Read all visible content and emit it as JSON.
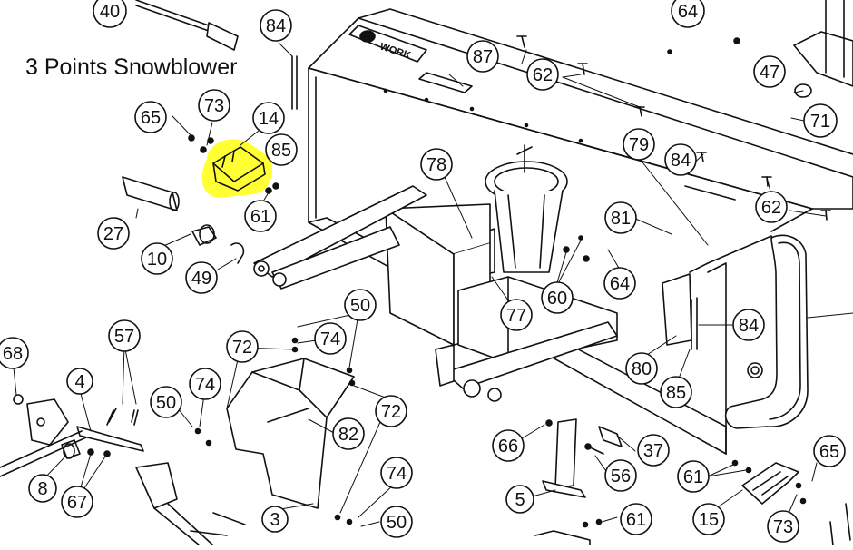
{
  "title": "3 Points Snowblower",
  "brand_plate": "WORK",
  "highlight_color": "#ffff33",
  "callouts": {
    "c40": "40",
    "c84a": "84",
    "c64": "64",
    "c87": "87",
    "c62a": "62",
    "c47": "47",
    "c65a": "65",
    "c73a": "73",
    "c14": "14",
    "c85a": "85",
    "c71": "71",
    "c79": "79",
    "c84b": "84",
    "c78": "78",
    "c27": "27",
    "c61a": "61",
    "c62b": "62",
    "c81": "81",
    "c10": "10",
    "c49": "49",
    "c64b": "64",
    "c60": "60",
    "c77": "77",
    "c50a": "50",
    "c57": "57",
    "c74a": "74",
    "c72a": "72",
    "c84c": "84",
    "c68": "68",
    "c4": "4",
    "c74b": "74",
    "c80": "80",
    "c85b": "85",
    "c50b": "50",
    "c72b": "72",
    "c82": "82",
    "c66": "66",
    "c37": "37",
    "c65b": "65",
    "c8": "8",
    "c67": "67",
    "c56": "56",
    "c61b": "61",
    "c74c": "74",
    "c3": "3",
    "c5": "5",
    "c15": "15",
    "c73b": "73",
    "c50c": "50",
    "c61c": "61"
  }
}
